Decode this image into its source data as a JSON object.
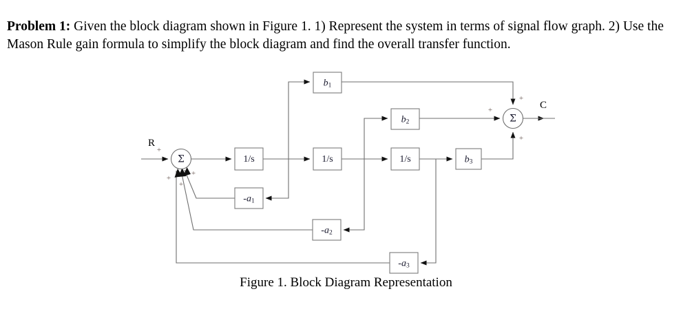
{
  "problem": {
    "lead": "Problem 1:",
    "body": " Given the block diagram shown in Figure 1. 1) Represent the system in terms of signal flow graph. 2) Use the Mason Rule gain formula to simplify the block diagram and find the overall transfer function."
  },
  "figure": {
    "caption": "Figure 1. Block Diagram Representation",
    "input_label": "R",
    "output_label": "C",
    "sum_glyph": "Σ",
    "plus": "+",
    "blocks": {
      "integrator_1": {
        "label": "1/s"
      },
      "integrator_2": {
        "label": "1/s"
      },
      "integrator_3": {
        "label": "1/s"
      },
      "b1": {
        "base": "b",
        "sub": "1"
      },
      "b2": {
        "base": "b",
        "sub": "2"
      },
      "b3": {
        "base": "b",
        "sub": "3"
      },
      "a1": {
        "base": "-a",
        "sub": "1"
      },
      "a2": {
        "base": "-a",
        "sub": "2"
      },
      "a3": {
        "base": "-a",
        "sub": "3"
      }
    },
    "colors": {
      "wire": "#6e6e6e",
      "block_border": "#7b7b7b",
      "block_fill": "#ffffff",
      "label_text": "#1a1a2e",
      "plus_text": "#6b5b55",
      "page_background": "#ffffff"
    }
  }
}
